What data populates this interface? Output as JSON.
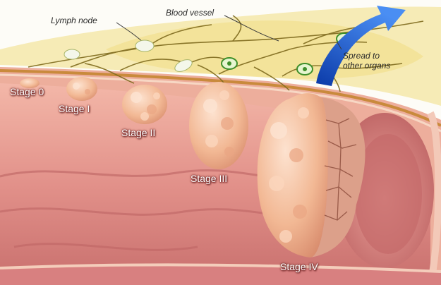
{
  "annotations": {
    "lymph_node": "Lymph node",
    "blood_vessel": "Blood vessel",
    "spread_line1": "Spread to",
    "spread_line2": "other organs"
  },
  "stages": [
    {
      "label": "Stage 0"
    },
    {
      "label": "Stage I"
    },
    {
      "label": "Stage II"
    },
    {
      "label": "Stage III"
    },
    {
      "label": "Stage IV"
    }
  ],
  "colors": {
    "fat_layer": "#f5e7a6",
    "vessel": "#7e6a1d",
    "colon_wall": "#e58f86",
    "colon_inner": "#c96d6b",
    "tumor": "#f2bd9e",
    "arrow": "#1f5ed6"
  }
}
